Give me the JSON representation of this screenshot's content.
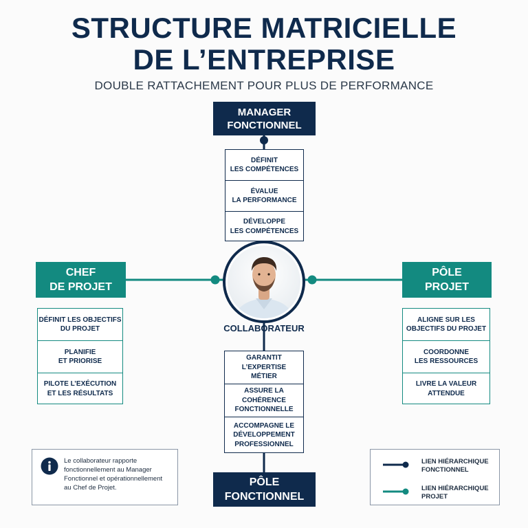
{
  "title": {
    "line1": "STRUCTURE MATRICIELLE",
    "line2": "DE L’ENTREPRISE",
    "subtitle": "DOUBLE RATTACHEMENT POUR PLUS DE PERFORMANCE"
  },
  "manager": {
    "line1": "MANAGER",
    "line2": "FONCTIONNEL",
    "items": [
      {
        "l1": "DÉFINIT",
        "l2": "LES COMPÉTENCES"
      },
      {
        "l1": "ÉVALUE",
        "l2": "LA PERFORMANCE"
      },
      {
        "l1": "DÉVELOPPE",
        "l2": "LES COMPÉTENCES"
      }
    ]
  },
  "chef": {
    "line1": "CHEF",
    "line2": "DE PROJET",
    "items": [
      {
        "l1": "DÉFINIT LES OBJECTIFS",
        "l2": "DU PROJET"
      },
      {
        "l1": "PLANIFIE",
        "l2": "ET PRIORISE"
      },
      {
        "l1": "PILOTE L’EXÉCUTION",
        "l2": "ET LES RÉSULTATS"
      }
    ]
  },
  "pole_projet": {
    "line1": "PÔLE",
    "line2": "PROJET",
    "items": [
      {
        "l1": "ALIGNE SUR LES",
        "l2": "OBJECTIFS DU PROJET"
      },
      {
        "l1": "COORDONNE",
        "l2": "LES RESSOURCES"
      },
      {
        "l1": "LIVRE LA VALEUR",
        "l2": "ATTENDUE"
      }
    ]
  },
  "collaborateur": {
    "label": "COLLABORATEUR",
    "items": [
      {
        "l1": "GARANTIT L’EXPERTISE",
        "l2": "MÉTIER"
      },
      {
        "l1": "ASSURE LA COHÉRENCE",
        "l2": "FONCTIONNELLE"
      },
      {
        "l1": "ACCOMPAGNE LE",
        "l2": "DÉVELOPPEMENT",
        "l3": "PROFESSIONNEL"
      }
    ]
  },
  "pole_fonctionnel": {
    "line1": "PÔLE",
    "line2": "FONCTIONNEL"
  },
  "info": {
    "icon": "info-icon",
    "lines": [
      "Le collaborateur rapporte",
      "fonctionnellement au Manager",
      "Fonctionnel et opérationnellement",
      "au Chef de Projet."
    ]
  },
  "legend": {
    "items": [
      {
        "l1": "LIEN HIÉRARCHIQUE",
        "l2": "FONCTIONNEL",
        "color": "#0f2a4c"
      },
      {
        "l1": "LIEN HIÉRARCHIQUE",
        "l2": "PROJET",
        "color": "#138a80"
      }
    ]
  },
  "colors": {
    "navy": "#0f2a4c",
    "teal": "#138a80"
  }
}
